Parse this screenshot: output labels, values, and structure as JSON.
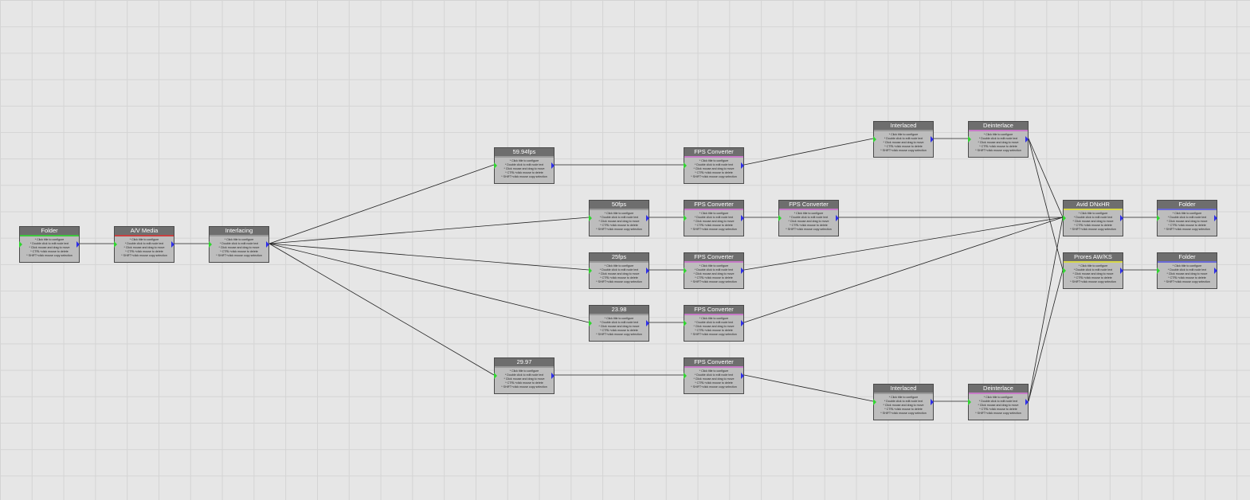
{
  "help_lines": [
    "* Click title to configure",
    "* Double click to edit node text",
    "* Click mouse and drag to move",
    "* CTRL+click mouse to delete",
    "* SHIFT+click mouse copy selection"
  ],
  "colors": {
    "background": "#e6e6e6",
    "grid": "#d4d4d4",
    "node_body": "#bdbdbd",
    "node_title": "#6e6e6e",
    "input_port": "#2fd62f",
    "output_port": "#2f2fe6",
    "wire": "#222222"
  },
  "nodes": [
    {
      "id": "n0",
      "title": "Folder",
      "accent": "#3ec63e"
    },
    {
      "id": "n1",
      "title": "A/V Media",
      "accent": "#c84040"
    },
    {
      "id": "n2",
      "title": "Interlacing",
      "accent": "#9a9a9a"
    },
    {
      "id": "n3",
      "title": "59.94fps",
      "accent": "#9a9a9a"
    },
    {
      "id": "n4",
      "title": "50fps",
      "accent": "#9a9a9a"
    },
    {
      "id": "n5",
      "title": "25fps",
      "accent": "#9a9a9a"
    },
    {
      "id": "n6",
      "title": "23.98",
      "accent": "#9a9a9a"
    },
    {
      "id": "n7",
      "title": "29.97",
      "accent": "#9a9a9a"
    },
    {
      "id": "n8",
      "title": "FPS Converter",
      "accent": "#c77ac7"
    },
    {
      "id": "n9",
      "title": "FPS Converter",
      "accent": "#c77ac7"
    },
    {
      "id": "n10",
      "title": "FPS Converter",
      "accent": "#c77ac7"
    },
    {
      "id": "n11",
      "title": "FPS Converter",
      "accent": "#c77ac7"
    },
    {
      "id": "n12",
      "title": "FPS Converter",
      "accent": "#c77ac7"
    },
    {
      "id": "n13",
      "title": "FPS Converter",
      "accent": "#c77ac7"
    },
    {
      "id": "n14",
      "title": "Interlaced",
      "accent": "#9a9a9a"
    },
    {
      "id": "n15",
      "title": "Deinterlace",
      "accent": "#c77ac7"
    },
    {
      "id": "n16",
      "title": "Interlaced",
      "accent": "#9a9a9a"
    },
    {
      "id": "n17",
      "title": "Deinterlace",
      "accent": "#c77ac7"
    },
    {
      "id": "n18",
      "title": "Avid DNxHR",
      "accent": "#d6d64a"
    },
    {
      "id": "n19",
      "title": "Prores AW/KS",
      "accent": "#d6d64a"
    },
    {
      "id": "n20",
      "title": "Folder",
      "accent": "#6a6ad6"
    },
    {
      "id": "n21",
      "title": "Folder",
      "accent": "#6a6ad6"
    }
  ],
  "connections": [
    [
      "n0",
      "n1"
    ],
    [
      "n1",
      "n2"
    ],
    [
      "n2",
      "n3"
    ],
    [
      "n2",
      "n4"
    ],
    [
      "n2",
      "n5"
    ],
    [
      "n2",
      "n6"
    ],
    [
      "n2",
      "n7"
    ],
    [
      "n3",
      "n8"
    ],
    [
      "n4",
      "n9"
    ],
    [
      "n5",
      "n10"
    ],
    [
      "n6",
      "n11"
    ],
    [
      "n7",
      "n12"
    ],
    [
      "n8",
      "n14"
    ],
    [
      "n14",
      "n15"
    ],
    [
      "n9",
      "n13"
    ],
    [
      "n12",
      "n16"
    ],
    [
      "n16",
      "n17"
    ],
    [
      "n13",
      "n18"
    ],
    [
      "n10",
      "n18"
    ],
    [
      "n11",
      "n18"
    ],
    [
      "n15",
      "n18"
    ],
    [
      "n15",
      "n19"
    ],
    [
      "n17",
      "n18"
    ],
    [
      "n17",
      "n19"
    ],
    [
      "n18",
      "n20"
    ],
    [
      "n19",
      "n21"
    ]
  ]
}
